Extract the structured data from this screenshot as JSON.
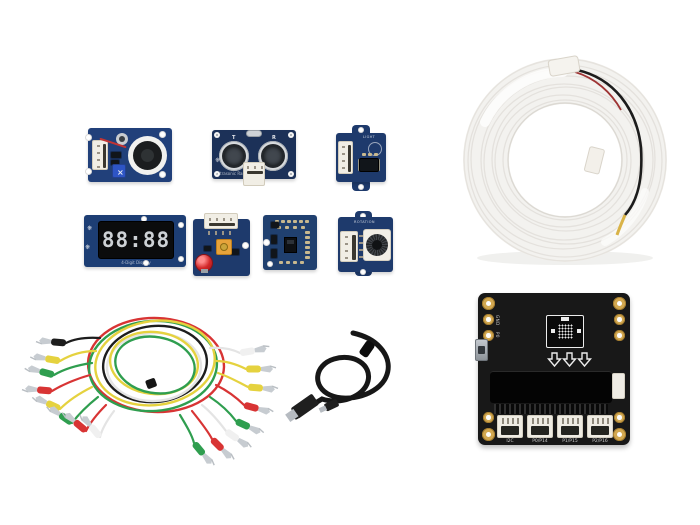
{
  "background": "#ffffff",
  "colors": {
    "pcb_blue": "#1e3a6c",
    "connector_ivory": "#f1eee5",
    "display_black": "#0b0c0d",
    "digit_gray": "#cdd1d5",
    "led_red": "#d22728",
    "trimmer_orange": "#e7a33b",
    "trimmer_blue": "#2e55c5",
    "shield_black": "#181818",
    "pad_gold": "#d2a851",
    "strip_white": "#f2f1ee",
    "cable_black": "#1a1a1a",
    "wire_red": "#d83434",
    "wire_green": "#2f9e4f",
    "wire_yellow": "#e5d23f",
    "wire_black": "#1d1d1d",
    "wire_white": "#ececec"
  },
  "modules": {
    "ultrasonic": {
      "label_t": "T",
      "label_r": "R",
      "caption": "Ultrasonic Ranger"
    },
    "four_digit_display": {
      "digits": "88:88",
      "caption": "4-Digit Display"
    },
    "light_sensor": {
      "label": "LIGHT"
    },
    "rotary_sensor": {
      "label": "ROTATION"
    }
  },
  "icons": {
    "seeed_logo": "❋",
    "microbit_insert": "microbit-with-down-arrows"
  },
  "shield": {
    "pin_labels": [
      "GND",
      "P0"
    ],
    "port_labels": [
      "I2C",
      "P0/P14",
      "P1/P15",
      "P2/P16"
    ]
  },
  "wires": {
    "clip_colors": [
      "red",
      "yellow",
      "green",
      "black",
      "white"
    ]
  }
}
